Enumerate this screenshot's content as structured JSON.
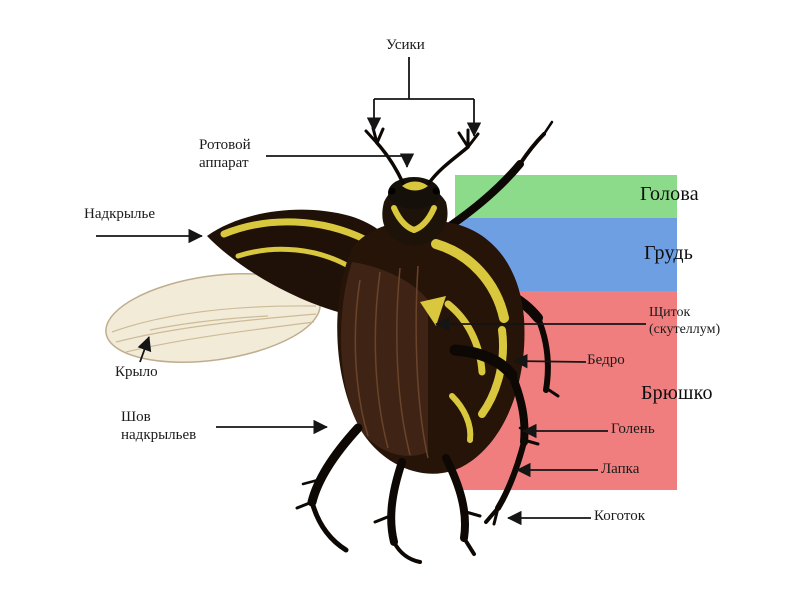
{
  "labels": {
    "antennae": "Усики",
    "mouthparts": "Ротовой аппарат",
    "elytron": "Надкрылье",
    "wing": "Крыло",
    "elytra_suture": "Шов надкрыльев",
    "scutellum": "Щиток (скутеллум)",
    "femur": "Бедро",
    "tibia": "Голень",
    "tarsus": "Лапка",
    "claw": "Коготок"
  },
  "regions": [
    {
      "id": "head",
      "label": "Голова",
      "color": "#8bdb8b"
    },
    {
      "id": "thorax",
      "label": "Грудь",
      "color": "#6e9fe3"
    },
    {
      "id": "abdomen",
      "label": "Брюшко",
      "color": "#f17e7e"
    }
  ],
  "illustration": {
    "subject": "beetle anatomy diagram",
    "body_color": "#261408",
    "marking_color": "#d9c83e",
    "wing_color": "#f2ebd8",
    "line_color": "#151515"
  }
}
